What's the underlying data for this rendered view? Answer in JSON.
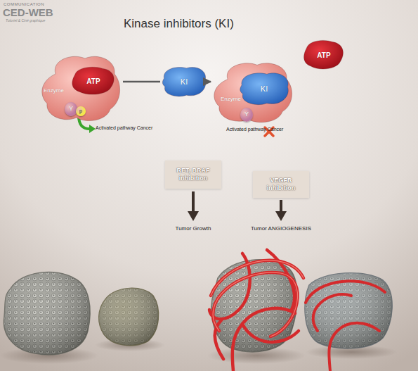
{
  "diagram": {
    "title": "Kinase inhibitors (KI)",
    "nodes": [
      {
        "text": [
          "Enzyme"
        ]
      },
      {
        "text": [
          "ATP"
        ],
        "in": 0
      },
      {
        "text": [
          "Y"
        ],
        "in": 0
      },
      {
        "text": [
          "p"
        ],
        "in": 0
      },
      {
        "text": [
          "KI"
        ]
      },
      {
        "text": [
          "ATP"
        ]
      },
      {
        "text": [
          "Enzyme"
        ]
      },
      {
        "text": [
          "KI"
        ],
        "in": 6
      },
      {
        "text": [
          "Y"
        ],
        "in": 6
      },
      {
        "text": [
          "RET, BRAF inhibition"
        ]
      },
      {
        "text": [
          "VEGFR inhibition"
        ]
      }
    ],
    "edges": [
      {
        "from": 0,
        "to": 4,
        "arrow": "none"
      },
      {
        "from": 4,
        "to": 6,
        "arrow": "to"
      }
    ],
    "labels": [
      "COMMUNICATION",
      "CED-WEB",
      "Tutoriel & Ciné graphique",
      "Activated pathway Cancer",
      "Activated pathway Cancer",
      "Tumor Growth",
      "Tumor ANGIOGENESIS"
    ]
  }
}
